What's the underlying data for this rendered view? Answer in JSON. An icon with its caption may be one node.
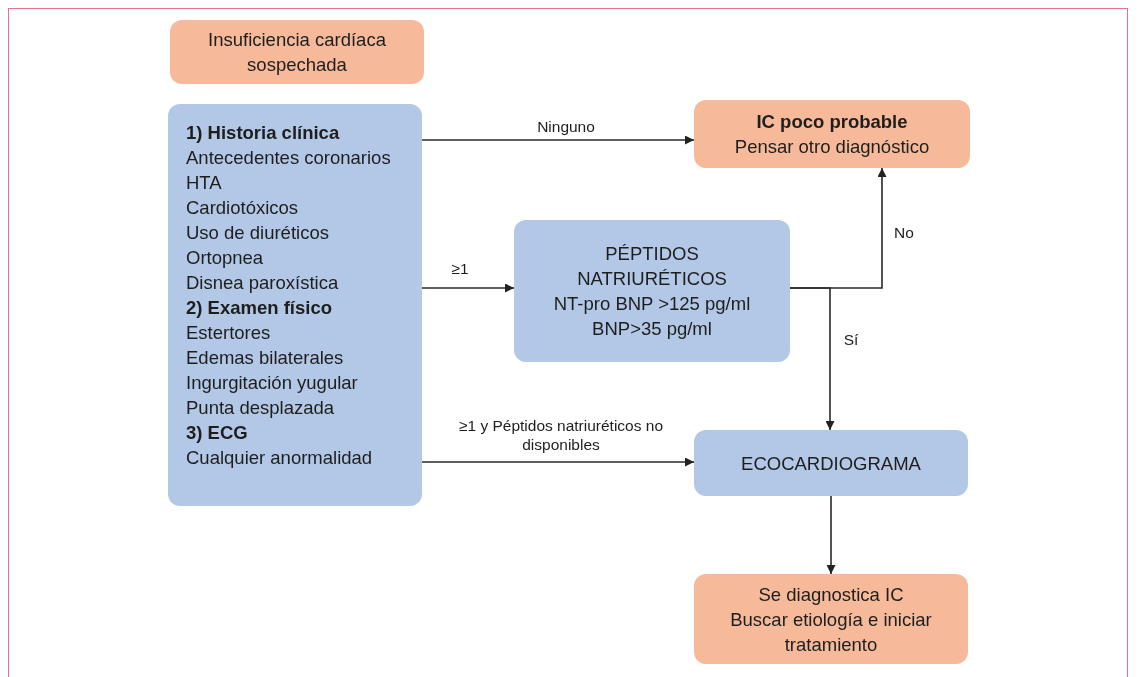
{
  "diagram": {
    "nodes": [
      {
        "text": [
          "Insuficiencia cardíaca sospechada"
        ]
      },
      {
        "text": [
          "1) Historia clínica",
          "Antecedentes coronarios",
          "HTA",
          "Cardiotóxicos",
          "Uso de diuréticos",
          "Ortopnea",
          "Disnea paroxística",
          "2) Examen físico",
          "Estertores",
          "Edemas bilaterales",
          "Ingurgitación yugular",
          "Punta desplazada",
          "3) ECG",
          "Cualquier anormalidad"
        ]
      },
      {
        "text": [
          "IC poco probable",
          "Pensar otro diagnóstico"
        ]
      },
      {
        "text": [
          "PÉPTIDOS NATRIURÉTICOS",
          "NT-pro BNP >125 pg/ml",
          "BNP>35 pg/ml"
        ]
      },
      {
        "text": [
          "ECOCARDIOGRAMA"
        ]
      },
      {
        "text": [
          "Se diagnostica IC",
          "Buscar etiología e iniciar tratamiento"
        ]
      }
    ],
    "edges": [
      {
        "from": 1,
        "to": 2,
        "arrow": "to",
        "label": "Ninguno"
      },
      {
        "from": 1,
        "to": 3,
        "arrow": "to",
        "label": "≥1"
      },
      {
        "from": 3,
        "to": 2,
        "arrow": "to",
        "label": "No"
      },
      {
        "from": 3,
        "to": 4,
        "arrow": "to",
        "label": "Sí"
      },
      {
        "from": 1,
        "to": 4,
        "arrow": "to",
        "label": "≥1 y Péptidos natriuréticos no disponibles"
      },
      {
        "from": 4,
        "to": 5,
        "arrow": "to"
      }
    ]
  }
}
